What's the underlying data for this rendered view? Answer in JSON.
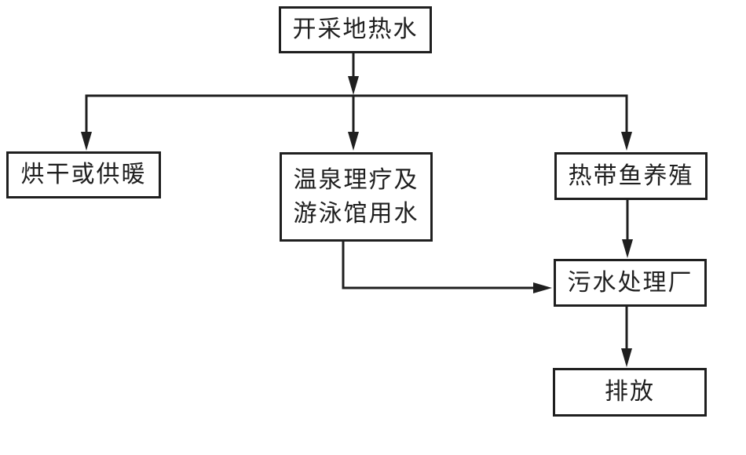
{
  "diagram": {
    "type": "flowchart",
    "background_color": "#ffffff",
    "line_color": "#1f1f1f",
    "nodes": {
      "source": {
        "label": "开采地热水"
      },
      "drying": {
        "label": "烘干或供暖"
      },
      "spa": {
        "label": "温泉理疗及游泳馆用水",
        "lines": [
          "温泉理疗及",
          "游泳馆用水"
        ]
      },
      "fish": {
        "label": "热带鱼养殖"
      },
      "sewage": {
        "label": "污水处理厂"
      },
      "discharge": {
        "label": "排放"
      }
    },
    "edges": [
      {
        "from": "source",
        "to": "drying"
      },
      {
        "from": "source",
        "to": "spa"
      },
      {
        "from": "source",
        "to": "fish"
      },
      {
        "from": "spa",
        "to": "sewage"
      },
      {
        "from": "fish",
        "to": "sewage"
      },
      {
        "from": "sewage",
        "to": "discharge"
      }
    ]
  }
}
